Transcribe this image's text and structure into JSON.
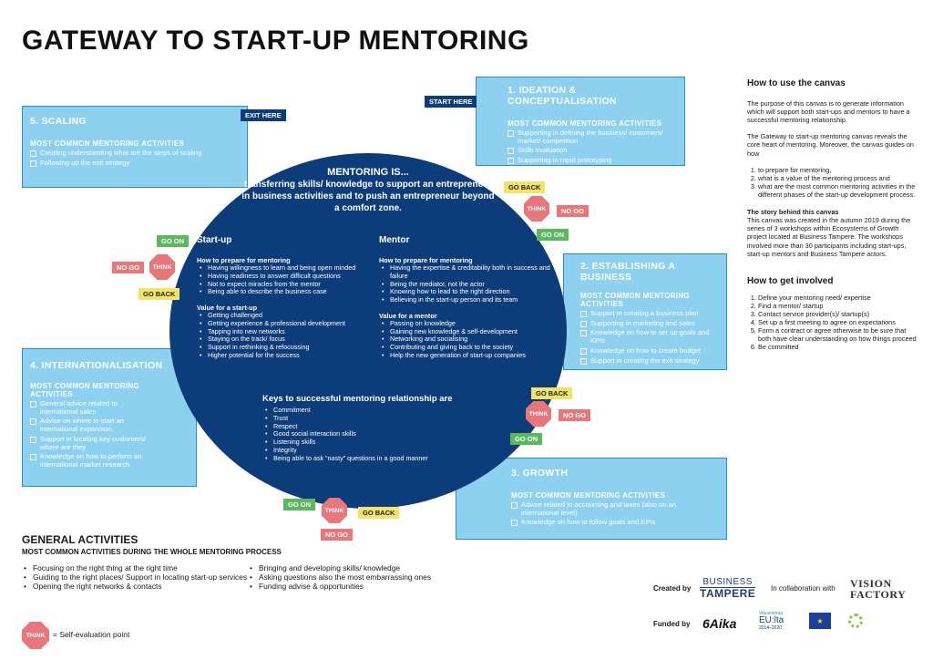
{
  "title": "GATEWAY TO START-UP MENTORING",
  "phases": {
    "ideation": {
      "title": "1. IDEATION & CONCEPTUALISATION",
      "subtitle": "MOST COMMON MENTORING ACTIVITIES",
      "items": [
        "Supporting in defining the business/ customers/ market/ competition",
        "Skills evaluation",
        "Supporting in rapid prototyping"
      ]
    },
    "establishing": {
      "title": "2. ESTABLISHING A BUSINESS",
      "subtitle": "MOST COMMON MENTORING ACTIVITIES",
      "items": [
        "Support in creating a business plan",
        "Supporting in marketing and sales",
        "Knowledge on how to set up goals and KPIs",
        "Knowledge on how to create budget",
        "Support in creating the exit strategy"
      ]
    },
    "growth": {
      "title": "3. GROWTH",
      "subtitle": "MOST COMMON MENTORING ACTIVITIES",
      "items": [
        "Advise related to accounting and taxes (also on an international level)",
        "Knowledge on how to follow goals and KPIs"
      ]
    },
    "internationalisation": {
      "title": "4. INTERNATIONALISATION",
      "subtitle": "MOST COMMON MENTORING ACTIVITIES",
      "items": [
        "General advice related to international sales",
        "Advise on where to start an international expansion",
        "Support in locating key customers/ where are they",
        "Knowledge on how to perform an international market research"
      ]
    },
    "scaling": {
      "title": "5. SCALING",
      "subtitle": "MOST COMMON MENTORING ACTIVITIES",
      "items": [
        "Creating understanding what are the steps of scaling",
        "Following up the exit strategy"
      ]
    }
  },
  "tags": {
    "start_here": "START HERE",
    "exit_here": "EXIT HERE",
    "go_back": "GO BACK",
    "go_on": "GO ON",
    "no_go": "NO GO",
    "think": "THINK"
  },
  "circle": {
    "heading": "MENTORING IS...",
    "definition": "transferring skills/ knowledge to support an entrepreneur in business activities and to push an entrepreneur beyond a comfort zone.",
    "startup": {
      "title": "Start-up",
      "prepare_title": "How to prepare for mentoring",
      "prepare": [
        "Having willingness to learn and being open minded",
        "Having readiness to answer difficult questions",
        "Not to expect miracles from the mentor",
        "Being able to describe the business case"
      ],
      "value_title": "Value for a start-up",
      "value": [
        "Getting challenged",
        "Getting experience & professional development",
        "Tapping into new networks",
        "Staying on the track/ focus",
        "Support in rethinking & refocussing",
        "Higher potential for the success"
      ]
    },
    "mentor": {
      "title": "Mentor",
      "prepare_title": "How to prepare for mentoring",
      "prepare": [
        "Having the expertise & creditability both in success and failure",
        "Being  the mediator, not the actor",
        "Knowing how to lead to the right direction",
        "Believing in the start-up person and its team"
      ],
      "value_title": "Value for a mentor",
      "value": [
        "Passing on knowledge",
        "Gaining new knowledge & self-development",
        "Networking and socialising",
        "Contributing and giving back to the society",
        "Help the new generation of start-up companies"
      ]
    },
    "keys": {
      "title": "Keys to successful mentoring relationship are",
      "items": [
        "Commitment",
        "Trust",
        "Respect",
        "Good social interaction skills",
        "Listening skills",
        "Integrity",
        "Being able to ask  “nasty” questions in a good manner"
      ]
    }
  },
  "right": {
    "how_title": "How to use the canvas",
    "purpose": "The purpose of this canvas is to generate information which will support both start-ups and mentors to have a successful mentoring relationship.",
    "reveals": "The Gateway to start-up mentoring canvas reveals the core heart of mentoring. Moreover, the canvas guides on how",
    "guides": [
      "to prepare for mentoring,",
      "what is a value of the mentoring process and",
      "what are the most common mentoring activities in the different phases of the start-up development process."
    ],
    "story_title": "The story behind this canvas",
    "story": "This canvas was created in the autumn 2019 during the series of 3 workshops within Ecosystems of Growth project located at Business Tampere. The workshops involved more than 30 participants including start-ups, start-up mentors and Business Tampere actors.",
    "involved_title": "How to get involved",
    "involved": [
      "Define your mentoring need/ expertise",
      "Find a mentor/ startup",
      "Contact service provider(s)/ startup(s)",
      "Set up a first meeting to agree on expectations",
      "Form a contract or agree otherwise to be sure that both have clear understanding on how things proceed",
      "Be committed"
    ]
  },
  "general": {
    "title": "GENERAL ACTIVITIES",
    "subtitle": "MOST COMMON ACTIVITIES DURING THE WHOLE MENTORING PROCESS",
    "col1": [
      "Focusing on the right thing at the right time",
      "Guiding to the right places/ Support in locating start-up services",
      "Opening the right networks & contacts"
    ],
    "col2": [
      "Bringing and developing  skills/ knowledge",
      "Asking questions also the most embarrassing ones",
      "Funding advise & opportunities"
    ]
  },
  "legend": "= Self-evaluation point",
  "credits": {
    "created_by": "Created by",
    "collab": "In collaboration with",
    "funded_by": "Funded by",
    "business": "BUSINESS",
    "tampere": "TAMPERE",
    "vision1": "VISION",
    "vision2": "FACTORY",
    "aika": "6Aika",
    "vipuvoimaa": "Vipuvoimaa",
    "eulta": "EU:lta",
    "years": "2014–2020"
  }
}
